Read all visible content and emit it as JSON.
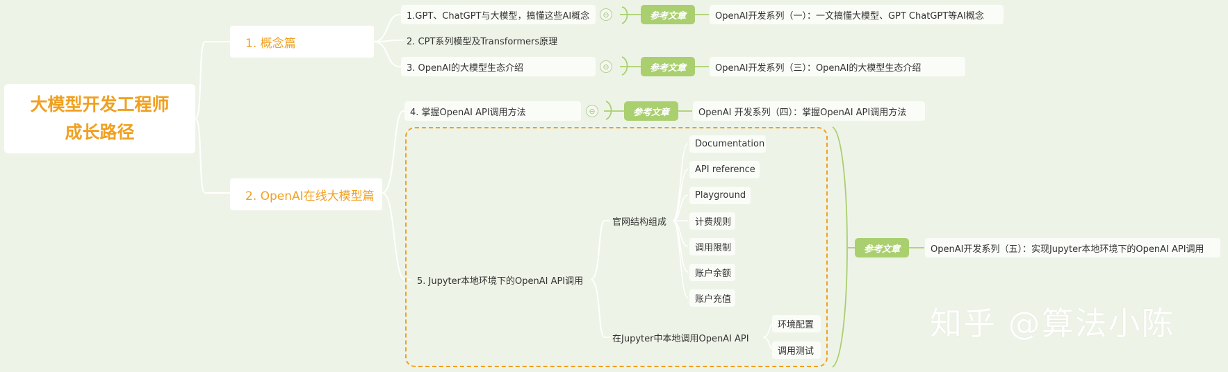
{
  "root": {
    "line1": "大模型开发工程师",
    "line2": "成长路径"
  },
  "section1": {
    "label": "1. 概念篇",
    "items": [
      "1.GPT、ChatGPT与大模型，搞懂这些AI概念",
      "2. CPT系列模型及Transformers原理",
      "3. OpenAI的大模型生态介绍"
    ]
  },
  "section2": {
    "label": "2. OpenAI在线大模型篇",
    "item4": "4. 掌握OpenAI API调用方法",
    "item5": "5. Jupyter本地环境下的OpenAI API调用",
    "site_structure": {
      "label": "官网结构组成",
      "children": [
        "Documentation",
        "API reference",
        "Playground",
        "计费规则",
        "调用限制",
        "账户余额",
        "账户充值"
      ]
    },
    "local_call": {
      "label": "在Jupyter中本地调用OpenAI API",
      "children": [
        "环境配置",
        "调用测试"
      ]
    }
  },
  "ref_label": "参考文章",
  "refs": {
    "r1": "OpenAI开发系列（一）：一文搞懂大模型、GPT ChatGPT等AI概念",
    "r3": "OpenAI开发系列（三）：OpenAI的大模型生态介绍",
    "r4": "OpenAI 开发系列（四）：掌握OpenAI API调用方法",
    "r5": "OpenAI开发系列（五）：实现Jupyter本地环境下的OpenAI API调用"
  },
  "collapse_glyph": "⊖",
  "watermark": "知乎 @算法小陈",
  "colors": {
    "accent": "#f0a020",
    "ref_bg": "#a9cf6f",
    "line": "#ffffff",
    "bg": "#eef3e7"
  }
}
